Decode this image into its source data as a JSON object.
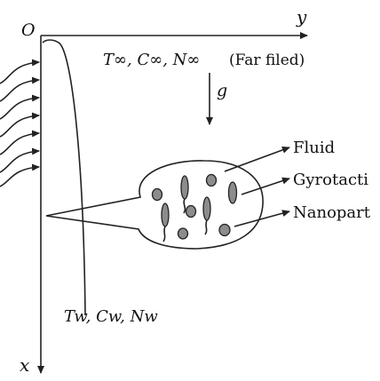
{
  "axes": {
    "origin": "O",
    "horizontal": "y",
    "vertical": "x"
  },
  "far_field": {
    "conditions": "T∞, C∞, N∞",
    "note": "(Far filed)"
  },
  "gravity": "g",
  "wall": {
    "conditions": "Tw, Cw, Nw"
  },
  "legend": {
    "fluid": "Fluid",
    "gyrotactic": "Gyrotacti",
    "nanoparticle": "Nanopart"
  }
}
